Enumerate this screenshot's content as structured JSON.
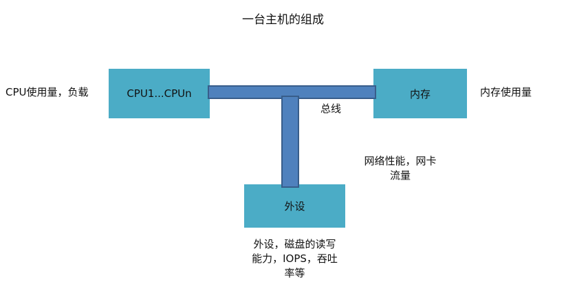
{
  "title": "一台主机的组成",
  "components": {
    "cpu": {
      "label": "CPU1...CPUn",
      "annotation": "CPU使用量，负载"
    },
    "memory": {
      "label": "内存",
      "annotation": "内存使用量"
    },
    "peripheral": {
      "label": "外设",
      "annotation_lines": [
        "外设，磁盘的读写",
        "能力，IOPS，吞吐",
        "率等"
      ]
    },
    "bus": {
      "label": "总线"
    },
    "network": {
      "annotation_lines": [
        "网络性能，网卡",
        "流量"
      ]
    }
  },
  "colors": {
    "box": "#4bacc6",
    "bus": "#4f81bd",
    "bus_border": "#385d8a"
  }
}
